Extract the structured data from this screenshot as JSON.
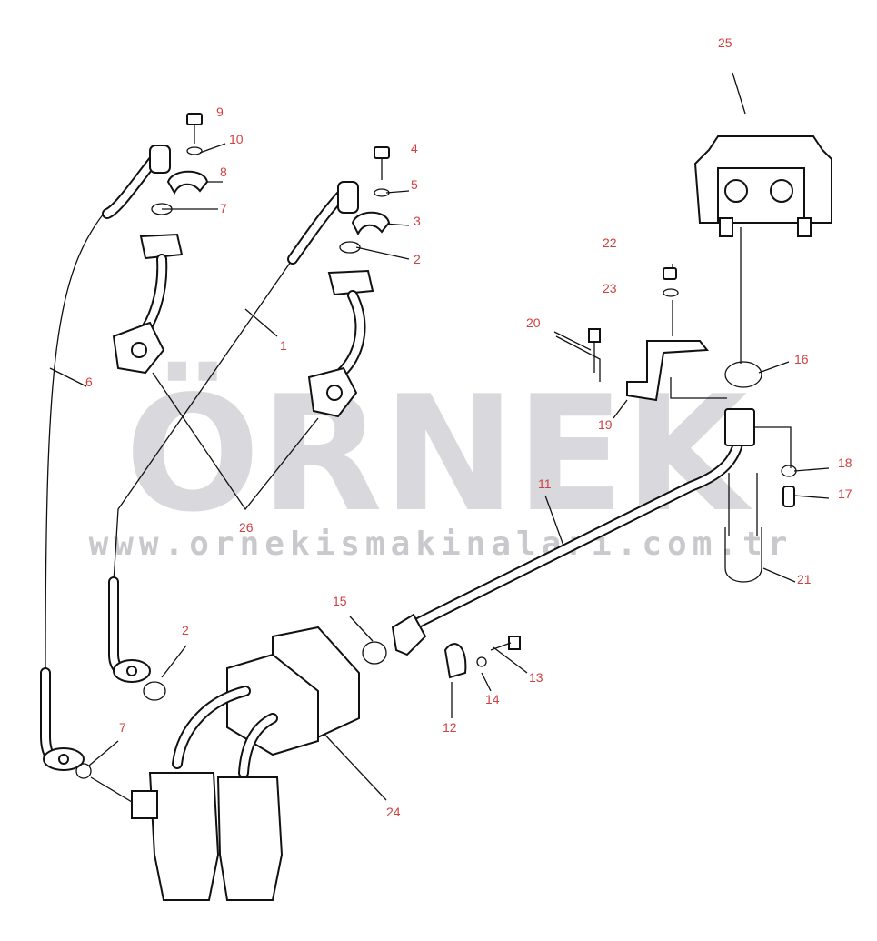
{
  "watermark": {
    "brand": "ÖRNEK",
    "url": "www.ornekismakinalari.com.tr"
  },
  "callouts": [
    {
      "id": "1"
    },
    {
      "id": "2"
    },
    {
      "id": "2"
    },
    {
      "id": "3"
    },
    {
      "id": "4"
    },
    {
      "id": "5"
    },
    {
      "id": "6"
    },
    {
      "id": "7"
    },
    {
      "id": "7"
    },
    {
      "id": "8"
    },
    {
      "id": "9"
    },
    {
      "id": "10"
    },
    {
      "id": "11"
    },
    {
      "id": "12"
    },
    {
      "id": "13"
    },
    {
      "id": "14"
    },
    {
      "id": "15"
    },
    {
      "id": "16"
    },
    {
      "id": "17"
    },
    {
      "id": "18"
    },
    {
      "id": "19"
    },
    {
      "id": "20"
    },
    {
      "id": "21"
    },
    {
      "id": "22"
    },
    {
      "id": "23"
    },
    {
      "id": "24"
    },
    {
      "id": "25"
    },
    {
      "id": "26"
    }
  ],
  "colors": {
    "callout": "#d04040",
    "line": "#111111",
    "watermark": "#d9d8dc"
  }
}
